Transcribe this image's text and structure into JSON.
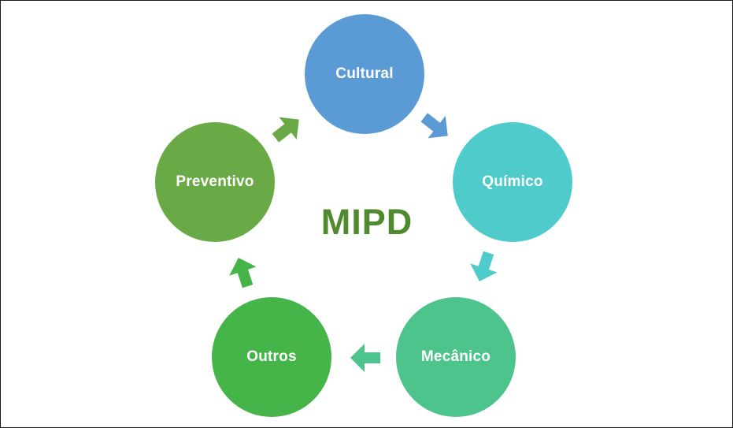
{
  "diagram": {
    "title": "MIPD",
    "nodes": [
      {
        "id": "cultural",
        "label": "Cultural",
        "color": "#5b9bd5"
      },
      {
        "id": "quimico",
        "label": "Químico",
        "color": "#4fcbcb"
      },
      {
        "id": "mecanico",
        "label": "Mecânico",
        "color": "#4cc48c"
      },
      {
        "id": "outros",
        "label": "Outros",
        "color": "#45b549"
      },
      {
        "id": "preventivo",
        "label": "Preventivo",
        "color": "#6aaa46"
      }
    ],
    "arrows": [
      {
        "from": "cultural",
        "to": "quimico",
        "color": "#5b9bd5"
      },
      {
        "from": "quimico",
        "to": "mecanico",
        "color": "#4fcbcb"
      },
      {
        "from": "mecanico",
        "to": "outros",
        "color": "#4cc48c"
      },
      {
        "from": "outros",
        "to": "preventivo",
        "color": "#45b549"
      },
      {
        "from": "preventivo",
        "to": "cultural",
        "color": "#6aaa46"
      }
    ]
  }
}
